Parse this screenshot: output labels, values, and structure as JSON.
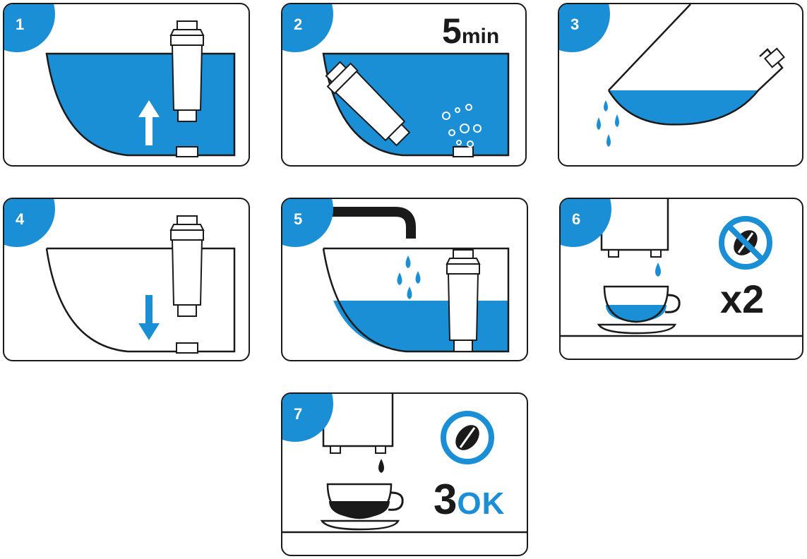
{
  "colors": {
    "accent": "#1a8fd6",
    "ink": "#1a1a1a",
    "background": "#ffffff"
  },
  "steps": [
    {
      "number": "1"
    },
    {
      "number": "2",
      "time_value": "5",
      "time_unit": "min"
    },
    {
      "number": "3"
    },
    {
      "number": "4"
    },
    {
      "number": "5"
    },
    {
      "number": "6",
      "repeat_label": "x2"
    },
    {
      "number": "7",
      "count_value": "3",
      "ok_label": "OK"
    }
  ],
  "icons": {
    "filter": "water-filter-icon",
    "arrow_up": "arrow-up-icon",
    "arrow_down": "arrow-down-icon",
    "bubbles": "bubbles-icon",
    "drop": "water-drop-icon",
    "tap": "faucet-icon",
    "cup": "cup-icon",
    "no_coffee": "no-coffee-bean-icon",
    "coffee": "coffee-bean-icon"
  }
}
